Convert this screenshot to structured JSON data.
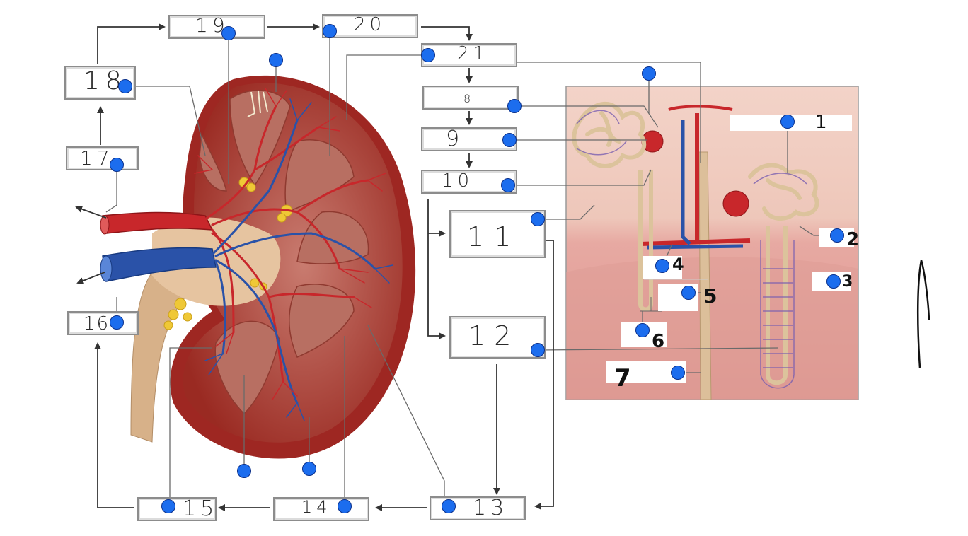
{
  "labels": {
    "l1": "1",
    "l2": "2",
    "l3": "3",
    "l4": "4",
    "l5": "5",
    "l6": "6",
    "l7": "7",
    "l8": "8",
    "l9": "9",
    "l10": "10",
    "l11": "11",
    "l12": "12",
    "l13": "13",
    "l14": "14",
    "l15": "15",
    "l16": "16",
    "l17": "17",
    "l18": "18",
    "l19": "19",
    "l20": "20",
    "l21": "21"
  },
  "colors": {
    "artery": "#c8272b",
    "vein": "#2a52a8",
    "capsule": "#a11d1d",
    "cortex": "#c87a6e",
    "pyramid": "#b86f62",
    "ureter": "#d9b48a",
    "fat": "#f0c93a",
    "dot": "#1c6dee",
    "box_border": "#8c8c8c",
    "inset_bg": "#ecc8bc",
    "medulla": "#e3a89f"
  }
}
